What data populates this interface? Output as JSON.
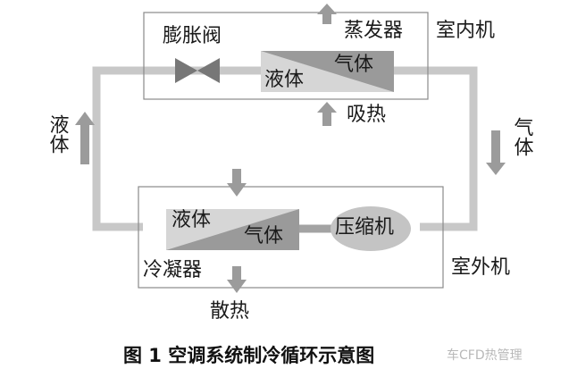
{
  "indoor": {
    "unit_label": "室内机",
    "valve_label": "膨胀阀",
    "evaporator_label": "蒸发器",
    "coil_gas_label": "气体",
    "coil_liquid_label": "液体",
    "absorb_heat_label": "吸热"
  },
  "outdoor": {
    "unit_label": "室外机",
    "condenser_label": "冷凝器",
    "coil_liquid_label": "液体",
    "coil_gas_label": "气体",
    "compressor_label": "压缩机",
    "release_heat_label": "散热"
  },
  "pipes": {
    "left_flow_label": "液体",
    "right_flow_label": "气体"
  },
  "caption": "图 1  空调系统制冷循环示意图",
  "watermark": "车CFD热管理",
  "colors": {
    "pipe": "#c8c8c8",
    "pipe_dark": "#a3a3a3",
    "arrow": "#9b9b9b",
    "box_border": "#8a8a8a",
    "valve": "#777777",
    "coil_dark": "#9a9a9a",
    "coil_light": "#d6d6d6",
    "compressor": "#c4c4c4"
  }
}
